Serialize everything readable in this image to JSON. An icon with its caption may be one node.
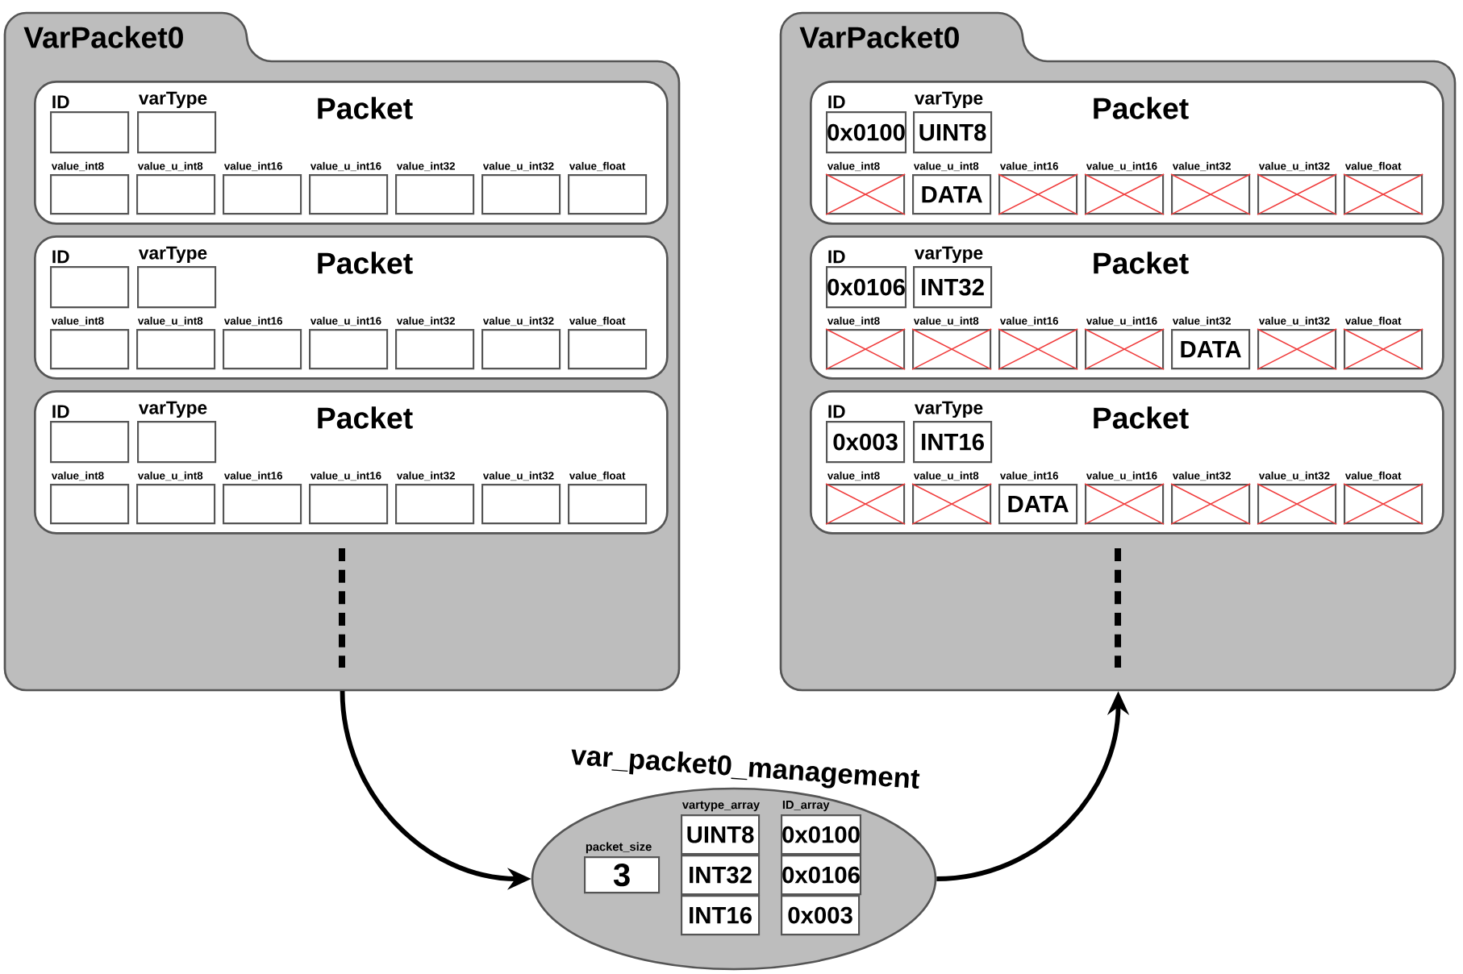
{
  "diagram": {
    "nodes": [
      {
        "text": [
          "VarPacket0"
        ]
      },
      {
        "text": [
          "Packet"
        ],
        "in": 0
      },
      {
        "text": [
          "ID"
        ],
        "in": 1
      },
      {
        "text": [
          "varType"
        ],
        "in": 1
      },
      {
        "text": [
          "value_int8"
        ],
        "in": 1
      },
      {
        "text": [
          "value_u_int8"
        ],
        "in": 1
      },
      {
        "text": [
          "value_int16"
        ],
        "in": 1
      },
      {
        "text": [
          "value_u_int16"
        ],
        "in": 1
      },
      {
        "text": [
          "value_int32"
        ],
        "in": 1
      },
      {
        "text": [
          "value_u_int32"
        ],
        "in": 1
      },
      {
        "text": [
          "value_float"
        ],
        "in": 1
      },
      {
        "text": [
          "Packet"
        ],
        "in": 0
      },
      {
        "text": [
          "ID"
        ],
        "in": 11
      },
      {
        "text": [
          "varType"
        ],
        "in": 11
      },
      {
        "text": [
          "value_int8"
        ],
        "in": 11
      },
      {
        "text": [
          "value_u_int8"
        ],
        "in": 11
      },
      {
        "text": [
          "value_int16"
        ],
        "in": 11
      },
      {
        "text": [
          "value_u_int16"
        ],
        "in": 11
      },
      {
        "text": [
          "value_int32"
        ],
        "in": 11
      },
      {
        "text": [
          "value_u_int32"
        ],
        "in": 11
      },
      {
        "text": [
          "value_float"
        ],
        "in": 11
      },
      {
        "text": [
          "Packet"
        ],
        "in": 0
      },
      {
        "text": [
          "ID"
        ],
        "in": 21
      },
      {
        "text": [
          "varType"
        ],
        "in": 21
      },
      {
        "text": [
          "value_int8"
        ],
        "in": 21
      },
      {
        "text": [
          "value_u_int8"
        ],
        "in": 21
      },
      {
        "text": [
          "value_int16"
        ],
        "in": 21
      },
      {
        "text": [
          "value_u_int16"
        ],
        "in": 21
      },
      {
        "text": [
          "value_int32"
        ],
        "in": 21
      },
      {
        "text": [
          "value_u_int32"
        ],
        "in": 21
      },
      {
        "text": [
          "value_float"
        ],
        "in": 21
      },
      {
        "text": [
          "VarPacket0"
        ]
      },
      {
        "text": [
          "Packet"
        ],
        "in": 31
      },
      {
        "text": [
          "ID",
          "0x0100"
        ],
        "in": 32
      },
      {
        "text": [
          "varType",
          "UINT8"
        ],
        "in": 32
      },
      {
        "text": [
          "value_int8"
        ],
        "in": 32
      },
      {
        "text": [
          "value_u_int8",
          "DATA"
        ],
        "in": 32
      },
      {
        "text": [
          "value_int16"
        ],
        "in": 32
      },
      {
        "text": [
          "value_u_int16"
        ],
        "in": 32
      },
      {
        "text": [
          "value_int32"
        ],
        "in": 32
      },
      {
        "text": [
          "value_u_int32"
        ],
        "in": 32
      },
      {
        "text": [
          "value_float"
        ],
        "in": 32
      },
      {
        "text": [
          "Packet"
        ],
        "in": 31
      },
      {
        "text": [
          "ID",
          "0x0106"
        ],
        "in": 42
      },
      {
        "text": [
          "varType",
          "INT32"
        ],
        "in": 42
      },
      {
        "text": [
          "value_int8"
        ],
        "in": 42
      },
      {
        "text": [
          "value_u_int8"
        ],
        "in": 42
      },
      {
        "text": [
          "value_int16"
        ],
        "in": 42
      },
      {
        "text": [
          "value_u_int16"
        ],
        "in": 42
      },
      {
        "text": [
          "value_int32",
          "DATA"
        ],
        "in": 42
      },
      {
        "text": [
          "value_u_int32"
        ],
        "in": 42
      },
      {
        "text": [
          "value_float"
        ],
        "in": 42
      },
      {
        "text": [
          "Packet"
        ],
        "in": 31
      },
      {
        "text": [
          "ID",
          "0x003"
        ],
        "in": 52
      },
      {
        "text": [
          "varType",
          "INT16"
        ],
        "in": 52
      },
      {
        "text": [
          "value_int8"
        ],
        "in": 52
      },
      {
        "text": [
          "value_u_int8"
        ],
        "in": 52
      },
      {
        "text": [
          "value_int16",
          "DATA"
        ],
        "in": 52
      },
      {
        "text": [
          "value_u_int16"
        ],
        "in": 52
      },
      {
        "text": [
          "value_int32"
        ],
        "in": 52
      },
      {
        "text": [
          "value_u_int32"
        ],
        "in": 52
      },
      {
        "text": [
          "value_float"
        ],
        "in": 52
      },
      {
        "text": [
          "var_packet0_management"
        ]
      },
      {
        "text": [
          "packet_size",
          "3"
        ],
        "in": 62
      },
      {
        "text": [
          "vartype_array",
          "UINT8"
        ],
        "in": 62
      },
      {
        "text": [
          "INT32"
        ],
        "in": 62
      },
      {
        "text": [
          "INT16"
        ],
        "in": 62
      },
      {
        "text": [
          "ID_array",
          "0x0100"
        ],
        "in": 62
      },
      {
        "text": [
          "0x0106"
        ],
        "in": 62
      },
      {
        "text": [
          "0x003"
        ],
        "in": 62
      }
    ],
    "edges": [
      {
        "from": 0,
        "to": 62,
        "arrow": "to"
      },
      {
        "from": 62,
        "to": 31,
        "arrow": "to"
      }
    ]
  }
}
